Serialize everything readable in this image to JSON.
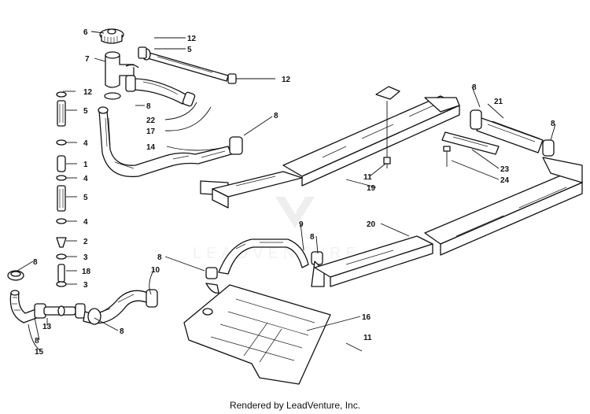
{
  "watermark": {
    "text": "LEADVENTURE"
  },
  "footer": {
    "text": "Rendered by LeadVenture, Inc."
  },
  "callouts": {
    "c6": "6",
    "c12a": "12",
    "c5a": "5",
    "c7": "7",
    "c12b": "12",
    "c12c": "12",
    "c5b": "5",
    "c4a": "4",
    "c1": "1",
    "c4b": "4",
    "c5c": "5",
    "c4c": "4",
    "c2": "2",
    "c3a": "3",
    "c18": "18",
    "c3b": "3",
    "c8a": "8",
    "c22": "22",
    "c17": "17",
    "c14": "14",
    "c8b": "8",
    "c8c": "8",
    "c21": "21",
    "c8d": "8",
    "c11a": "11",
    "c19": "19",
    "c23": "23",
    "c24": "24",
    "c20": "20",
    "c9": "9",
    "c8e": "8",
    "c8f": "8",
    "c10": "10",
    "c8g": "8",
    "c13": "13",
    "c8h": "8",
    "c15": "15",
    "c8i": "8",
    "c16": "16",
    "c11b": "11"
  }
}
